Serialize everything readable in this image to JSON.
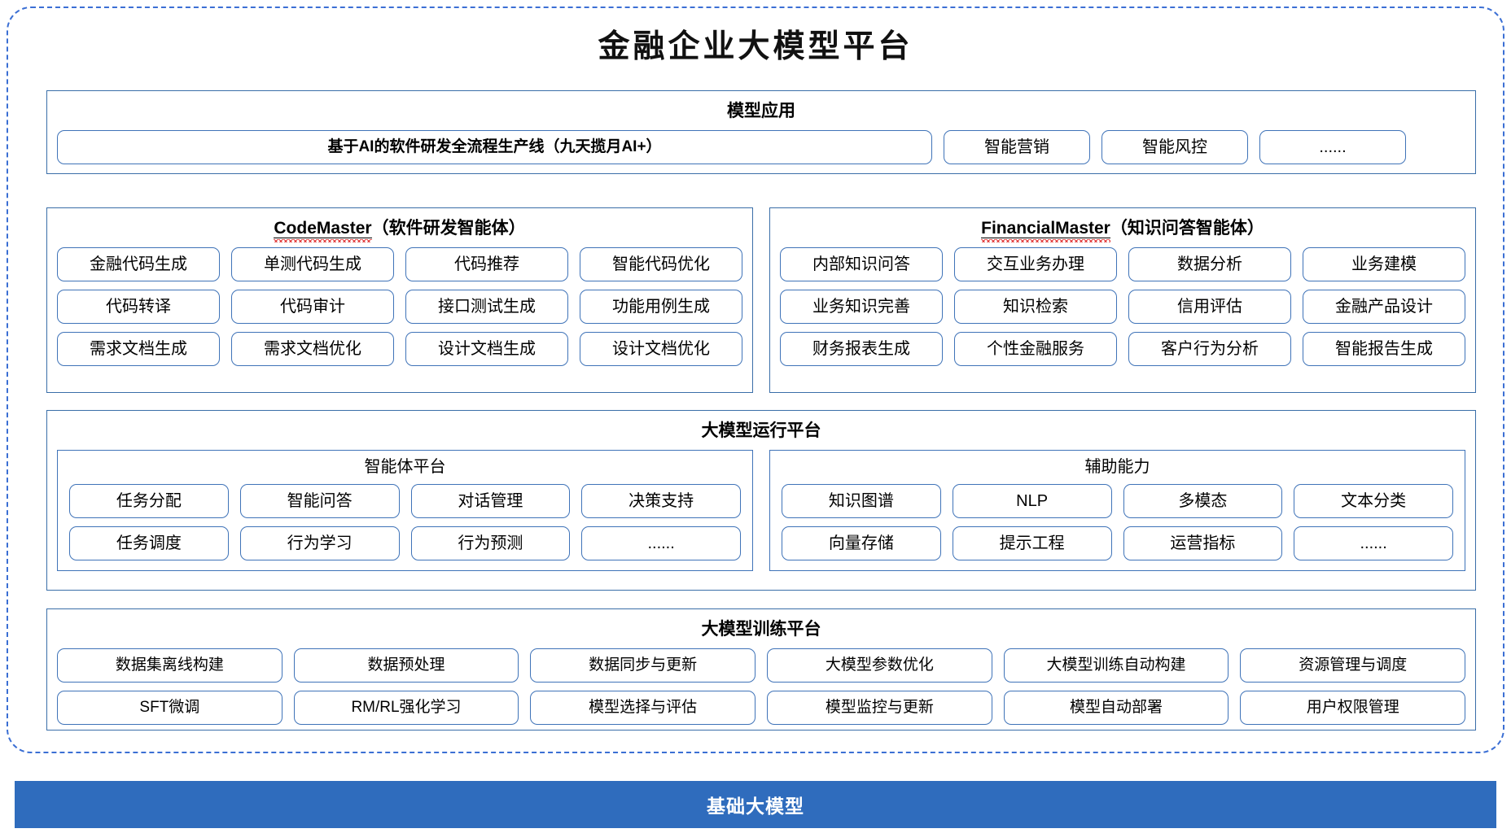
{
  "page": {
    "title": "金融企业大模型平台",
    "accent_blue": "#2f6cbd",
    "border_blue": "#3f73b8",
    "frame_blue": "#3b6fd4",
    "spellcheck_red": "#e03131"
  },
  "apps": {
    "title": "模型应用",
    "items": [
      {
        "label": "基于AI的软件研发全流程生产线（九天揽月AI+）",
        "emphasis": "bold",
        "width": "wide"
      },
      {
        "label": "智能营销",
        "emphasis": "normal",
        "width": "small"
      },
      {
        "label": "智能风控",
        "emphasis": "normal",
        "width": "small"
      },
      {
        "label": "......",
        "emphasis": "normal",
        "width": "small"
      }
    ]
  },
  "agents": [
    {
      "title_en": "CodeMaster",
      "title_cn": "（软件研发智能体）",
      "spellcheck_underline": true,
      "rows": [
        [
          "金融代码生成",
          "单测代码生成",
          "代码推荐",
          "智能代码优化"
        ],
        [
          "代码转译",
          "代码审计",
          "接口测试生成",
          "功能用例生成"
        ],
        [
          "需求文档生成",
          "需求文档优化",
          "设计文档生成",
          "设计文档优化"
        ]
      ]
    },
    {
      "title_en": "FinancialMaster",
      "title_cn": "（知识问答智能体）",
      "spellcheck_underline": true,
      "rows": [
        [
          "内部知识问答",
          "交互业务办理",
          "数据分析",
          "业务建模"
        ],
        [
          "业务知识完善",
          "知识检索",
          "信用评估",
          "金融产品设计"
        ],
        [
          "财务报表生成",
          "个性金融服务",
          "客户行为分析",
          "智能报告生成"
        ]
      ]
    }
  ],
  "runtime": {
    "title": "大模型运行平台",
    "subpanels": [
      {
        "title": "智能体平台",
        "rows": [
          [
            "任务分配",
            "智能问答",
            "对话管理",
            "决策支持"
          ],
          [
            "任务调度",
            "行为学习",
            "行为预测",
            "......"
          ]
        ]
      },
      {
        "title": "辅助能力",
        "rows": [
          [
            "知识图谱",
            "NLP",
            "多模态",
            "文本分类"
          ],
          [
            "向量存储",
            "提示工程",
            "运营指标",
            "......"
          ]
        ]
      }
    ]
  },
  "training": {
    "title": "大模型训练平台",
    "rows": [
      [
        "数据集离线构建",
        "数据预处理",
        "数据同步与更新",
        "大模型参数优化",
        "大模型训练自动构建",
        "资源管理与调度"
      ],
      [
        "SFT微调",
        "RM/RL强化学习",
        "模型选择与评估",
        "模型监控与更新",
        "模型自动部署",
        "用户权限管理"
      ]
    ]
  },
  "base": {
    "label": "基础大模型"
  }
}
